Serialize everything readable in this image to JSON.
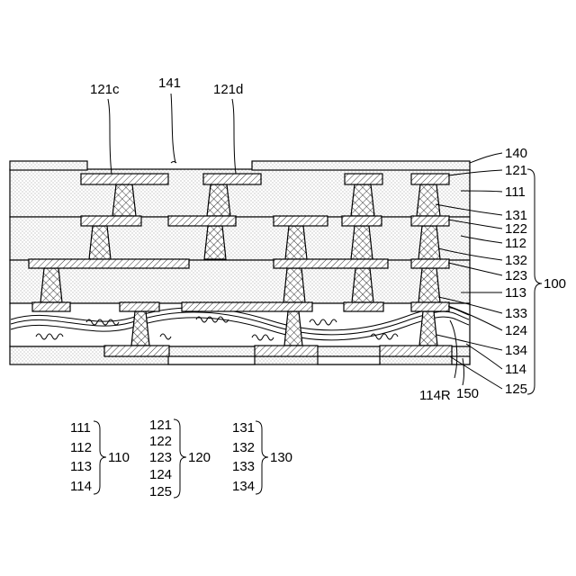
{
  "labels": {
    "l_121c": "121c",
    "l_141": "141",
    "l_121d": "121d",
    "l_140": "140",
    "l_121": "121",
    "l_111": "111",
    "l_131": "131",
    "l_122": "122",
    "l_112": "112",
    "l_132": "132",
    "l_123": "123",
    "l_113": "113",
    "l_133": "133",
    "l_124": "124",
    "l_134": "134",
    "l_114": "114",
    "l_125": "125",
    "l_100": "100",
    "l_114R": "114R",
    "l_150": "150"
  },
  "legend": {
    "group_110": {
      "members": [
        "111",
        "112",
        "113",
        "114"
      ],
      "label": "110"
    },
    "group_120": {
      "members": [
        "121",
        "122",
        "123",
        "124",
        "125"
      ],
      "label": "120"
    },
    "group_130": {
      "members": [
        "131",
        "132",
        "133",
        "134"
      ],
      "label": "130"
    }
  }
}
